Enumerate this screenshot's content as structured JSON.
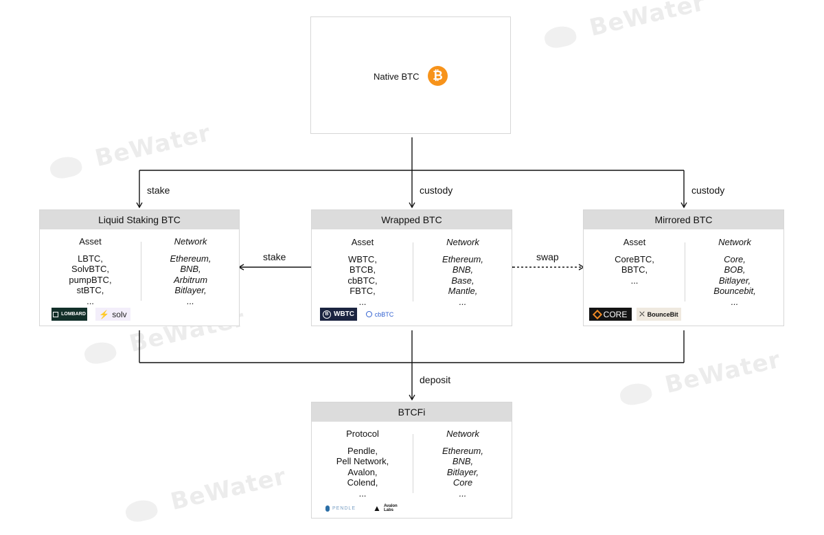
{
  "watermark": "BeWater",
  "native": {
    "label": "Native BTC",
    "coin_symbol": "₿"
  },
  "edges": {
    "stake_left": "stake",
    "custody_center": "custody",
    "custody_right": "custody",
    "stake_mid": "stake",
    "swap": "swap",
    "deposit": "deposit"
  },
  "boxes": {
    "liquid": {
      "title": "Liquid Staking BTC",
      "asset_header": "Asset",
      "network_header": "Network",
      "assets": [
        "LBTC,",
        "SolvBTC,",
        "pumpBTC,",
        "stBTC,",
        "..."
      ],
      "networks": [
        "Ethereum,",
        "BNB,",
        "Arbitrum",
        "Bitlayer,",
        "..."
      ],
      "logos": [
        "LOMBARD",
        "solv"
      ]
    },
    "wrapped": {
      "title": "Wrapped BTC",
      "asset_header": "Asset",
      "network_header": "Network",
      "assets": [
        "WBTC,",
        "BTCB,",
        "cbBTC,",
        "FBTC,",
        "..."
      ],
      "networks": [
        "Ethereum,",
        "BNB,",
        "Base,",
        "Mantle,",
        "..."
      ],
      "logos": [
        "WBTC",
        "cbBTC"
      ]
    },
    "mirrored": {
      "title": "Mirrored BTC",
      "asset_header": "Asset",
      "network_header": "Network",
      "assets": [
        "CoreBTC,",
        "BBTC,",
        "..."
      ],
      "networks": [
        "Core,",
        "BOB,",
        "Bitlayer,",
        "Bouncebit,",
        "..."
      ],
      "logos": [
        "CORE",
        "BounceBit"
      ]
    },
    "btcfi": {
      "title": "BTCFi",
      "asset_header": "Protocol",
      "network_header": "Network",
      "assets": [
        "Pendle,",
        "Pell Network,",
        "Avalon,",
        "Colend,",
        "..."
      ],
      "networks": [
        "Ethereum,",
        "BNB,",
        "Bitlayer,",
        "Core",
        "..."
      ],
      "logos": [
        "PENDLE",
        "Avalon Labs"
      ]
    }
  },
  "colors": {
    "bitcoin": "#f7931a",
    "header_bg": "#dcdcdc",
    "border": "#d6d6d6"
  }
}
